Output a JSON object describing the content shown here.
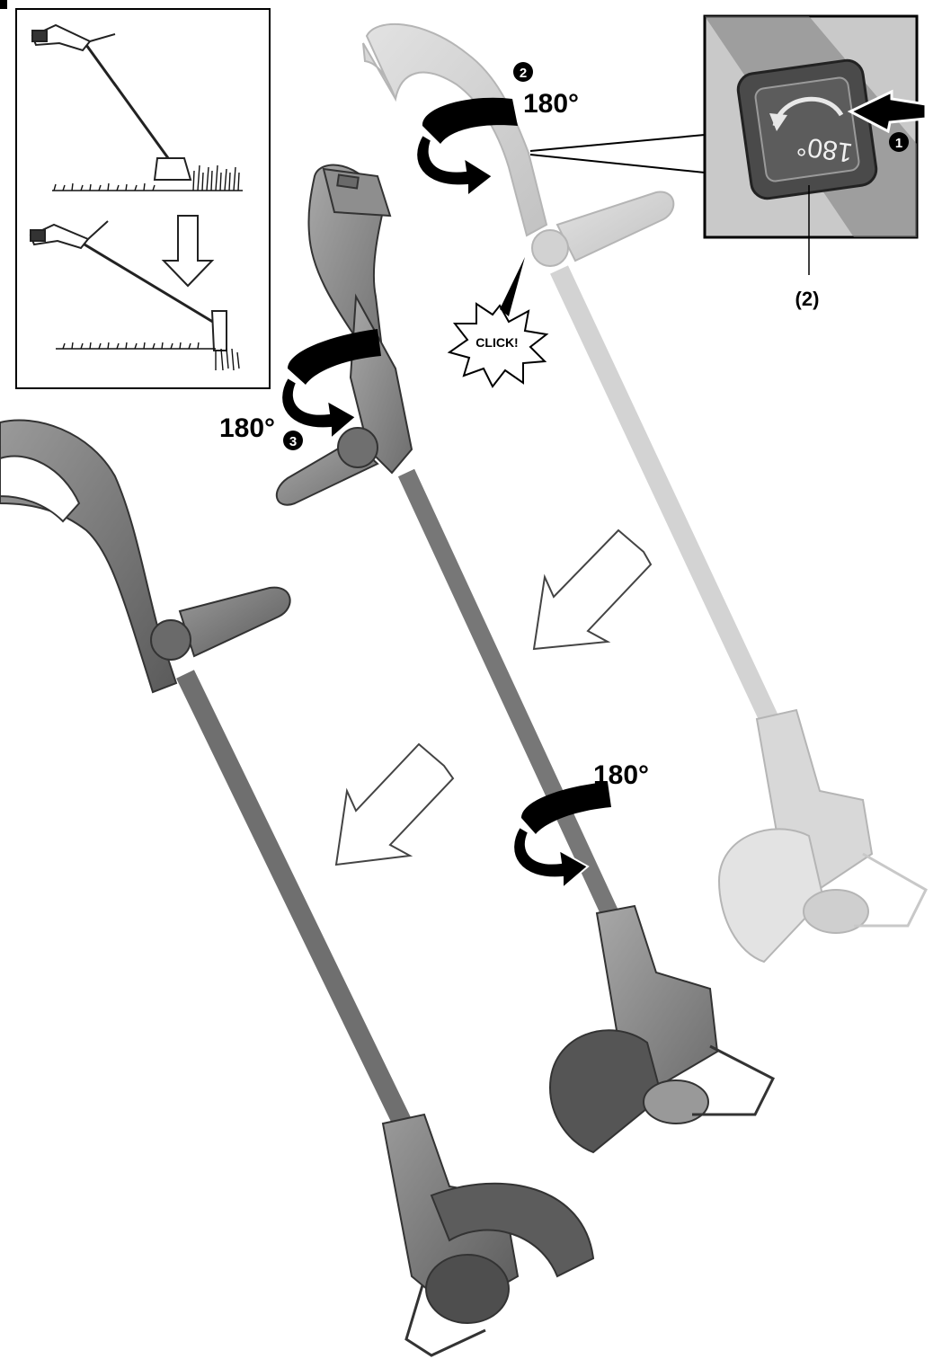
{
  "labels": {
    "angle_top": "180°",
    "angle_left": "180°",
    "angle_shaft": "180°",
    "step_1": "1",
    "step_2": "2",
    "step_3": "3",
    "click": "CLICK!",
    "callout_ref": "(2)",
    "switch_text": "180°"
  },
  "colors": {
    "tool_dark": "#6f6f6f",
    "tool_mid": "#8a8a8a",
    "tool_light": "#cfcfcf",
    "outline": "#000000"
  }
}
